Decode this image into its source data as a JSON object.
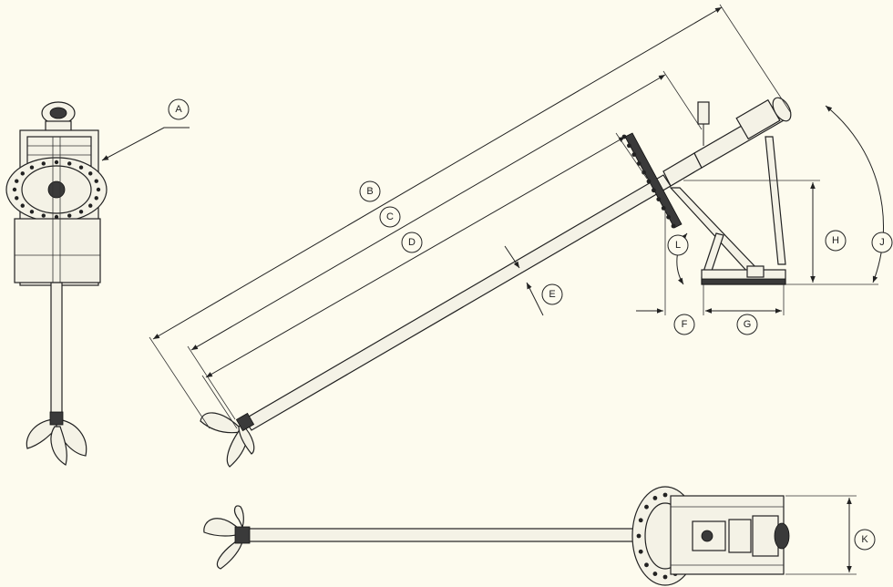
{
  "drawing": {
    "labels": [
      "A",
      "B",
      "C",
      "D",
      "E",
      "F",
      "G",
      "H",
      "J",
      "K",
      "L"
    ]
  }
}
